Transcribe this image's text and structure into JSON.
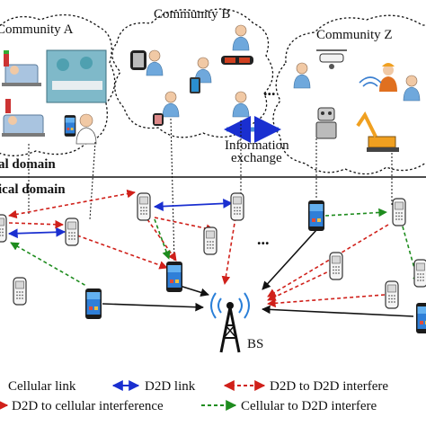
{
  "communities": {
    "a_label": "Community A",
    "b_label": "Community B",
    "z_label": "Community Z",
    "ellipsis": "..."
  },
  "domains": {
    "social_label": "al domain",
    "physical_label": "ical domain"
  },
  "center": {
    "exchange_line1": "Information",
    "exchange_line2": "exchange",
    "devices_ellipsis": "...",
    "bs_label": "BS"
  },
  "legend": {
    "cellular_link": "Cellular link",
    "d2d_link": "D2D link",
    "d2d_to_d2d": "D2D to D2D interfere",
    "d2d_to_cellular": "D2D to cellular interference",
    "cellular_to_d2d": "Cellular to D2D interfere"
  },
  "colors": {
    "cellular": "#111111",
    "d2d": "#1a2fd0",
    "d2d_to_d2d": "#d0201a",
    "d2d_to_cellular": "#1e8c1e",
    "cellular_to_d2d": "#1e8c1e",
    "exchange_arrow": "#4a90d9"
  },
  "icons": [
    "hospital-patient-icon",
    "surgery-icon",
    "smartwatch-icon",
    "person-icon",
    "vr-glasses-icon",
    "drone-icon",
    "robot-icon",
    "excavator-icon",
    "worker-icon",
    "phone-icon",
    "smartphone-icon",
    "cell-tower-icon"
  ]
}
